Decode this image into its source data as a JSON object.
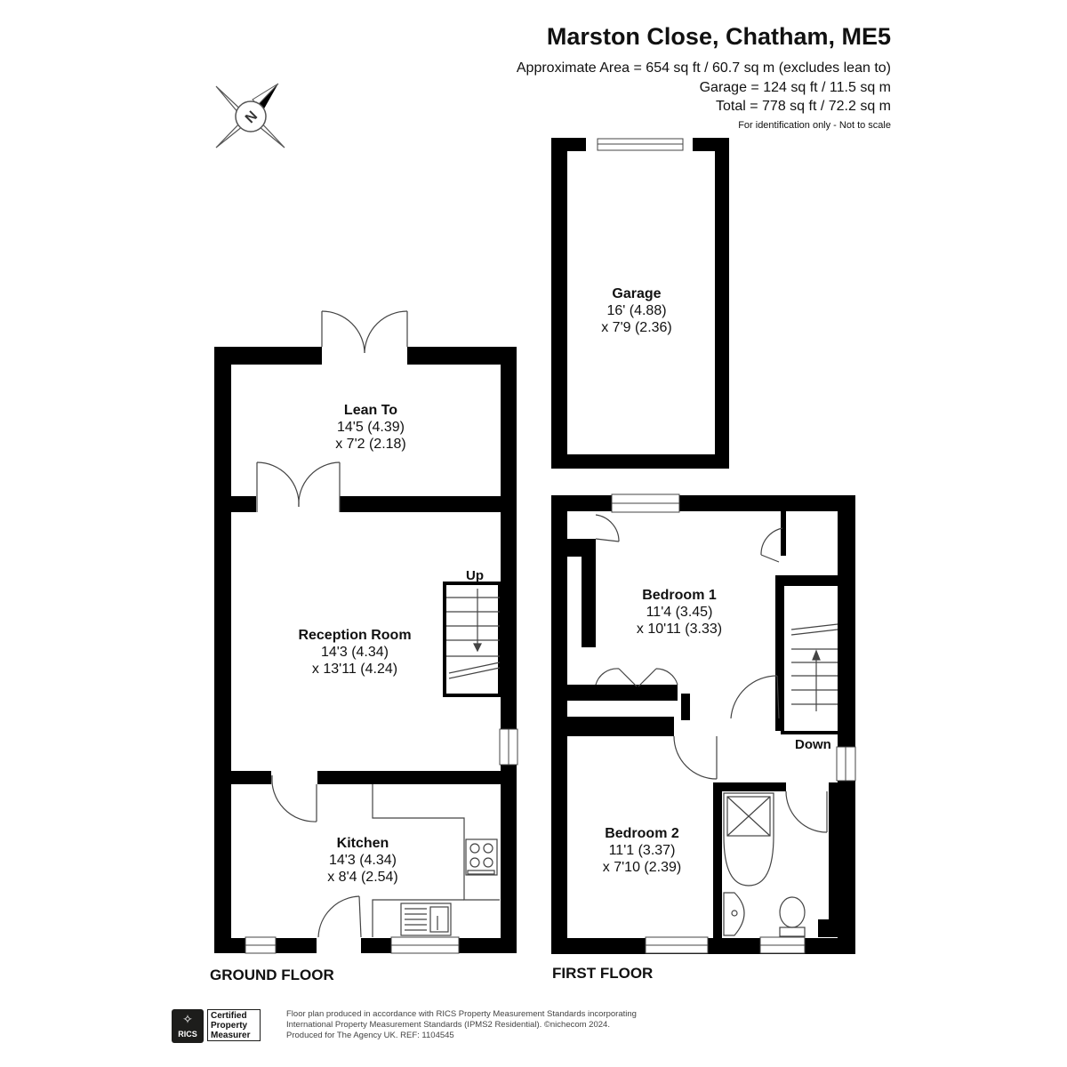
{
  "header": {
    "title": "Marston Close, Chatham, ME5",
    "area_main": "Approximate Area = 654 sq ft / 60.7 sq m (excludes lean to)",
    "area_garage": "Garage = 124 sq ft / 11.5 sq m",
    "area_total": "Total = 778 sq ft / 72.2 sq m",
    "note": "For identification only - Not to scale"
  },
  "compass": {
    "icon": "compass-north-icon",
    "letter": "N"
  },
  "rooms": {
    "garage": {
      "name": "Garage",
      "dim1": "16' (4.88)",
      "dim2": "x 7'9 (2.36)"
    },
    "lean_to": {
      "name": "Lean To",
      "dim1": "14'5 (4.39)",
      "dim2": "x 7'2 (2.18)"
    },
    "reception": {
      "name": "Reception Room",
      "dim1": "14'3 (4.34)",
      "dim2": "x 13'11 (4.24)"
    },
    "kitchen": {
      "name": "Kitchen",
      "dim1": "14'3 (4.34)",
      "dim2": "x 8'4 (2.54)"
    },
    "bedroom1": {
      "name": "Bedroom 1",
      "dim1": "11'4 (3.45)",
      "dim2": "x 10'11 (3.33)"
    },
    "bedroom2": {
      "name": "Bedroom 2",
      "dim1": "11'1 (3.37)",
      "dim2": "x 7'10 (2.39)"
    }
  },
  "stairs": {
    "up": "Up",
    "down": "Down"
  },
  "floors": {
    "ground": "GROUND FLOOR",
    "first": "FIRST FLOOR"
  },
  "badge": {
    "mark": "RICS",
    "line1": "Certified",
    "line2": "Property",
    "line3": "Measurer"
  },
  "footer": {
    "line1": "Floor plan produced in accordance with RICS Property Measurement Standards incorporating",
    "line2": "International Property Measurement Standards (IPMS2 Residential).  ©nichecom 2024.",
    "line3": "Produced for The Agency UK.   REF:  1104545"
  },
  "colors": {
    "wall": "#000000",
    "line": "#555555",
    "text": "#111111"
  }
}
